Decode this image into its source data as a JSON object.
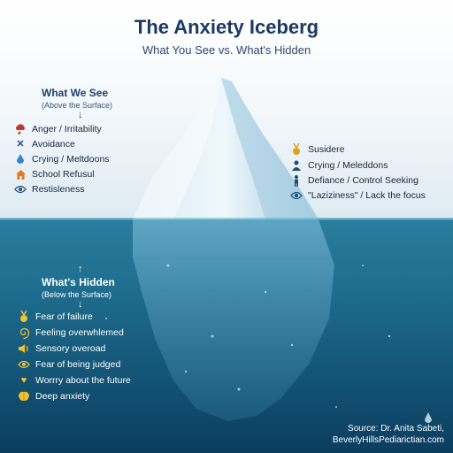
{
  "title": "The Anxiety Iceberg",
  "subtitle": "What You See vs. What's Hidden",
  "see_section": {
    "heading": "What We See",
    "subheading": "(Above the Surface)",
    "items": [
      {
        "label": "Anger / Irritability",
        "icon": "storm-cloud-icon",
        "icon_color": "#c0392b"
      },
      {
        "label": "Avoidance",
        "icon": "crossed-x-icon",
        "icon_color": "#1f4f7a"
      },
      {
        "label": "Crying / Meltdoons",
        "icon": "water-drop-icon",
        "icon_color": "#2f86c9"
      },
      {
        "label": "School Refusul",
        "icon": "school-house-icon",
        "icon_color": "#e07b1f"
      },
      {
        "label": "Restisleness",
        "icon": "eye-icon",
        "icon_color": "#1f4f7a"
      }
    ]
  },
  "see_right": {
    "items": [
      {
        "label": "Susidere",
        "icon": "medal-icon",
        "icon_color": "#d9a520"
      },
      {
        "label": "Crying / Meleddons",
        "icon": "person-icon",
        "icon_color": "#1f4f7a"
      },
      {
        "label": "Defiance / Control Seeking",
        "icon": "standing-person-icon",
        "icon_color": "#1f4f7a"
      },
      {
        "label": "\"Laziziness\" / Lack the focus",
        "icon": "eye-icon",
        "icon_color": "#1f4f7a"
      }
    ]
  },
  "hidden_section": {
    "heading": "What's Hidden",
    "subheading": "(Below the Surface)",
    "items": [
      {
        "label": "Fear of failure",
        "icon": "medal-icon",
        "icon_color": "#f2c230"
      },
      {
        "label": "Feeling overwhlemed",
        "icon": "spiral-icon",
        "icon_color": "#f2c230"
      },
      {
        "label": "Sensory overoad",
        "icon": "speaker-icon",
        "icon_color": "#f2c230"
      },
      {
        "label": "Fear of being judged",
        "icon": "eye-icon",
        "icon_color": "#f2c230"
      },
      {
        "label": "Worrry about the future",
        "icon": "heart-icon",
        "icon_color": "#f2c230"
      },
      {
        "label": "Deep anxiety",
        "icon": "brain-icon",
        "icon_color": "#f2c230"
      }
    ]
  },
  "source": {
    "line1": "Source: Dr. Anita Sabeti,",
    "line2": "BeverlyHillsPediarictian.com"
  }
}
